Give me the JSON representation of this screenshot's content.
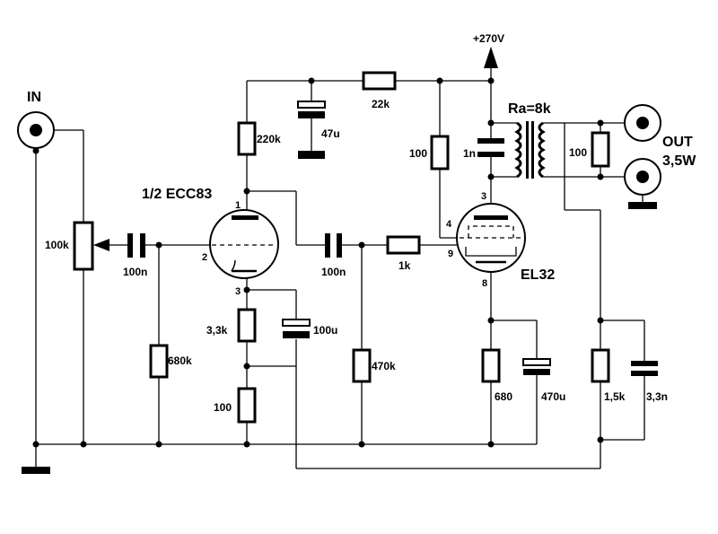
{
  "labels": {
    "in": "IN",
    "out": "OUT",
    "out_power": "3,5W",
    "supply": "+270V",
    "transformer": "Ra=8k",
    "triode": "1/2 ECC83",
    "pentode": "EL32"
  },
  "components": {
    "pot_in": "100k",
    "c_in": "100n",
    "r_grid1": "680k",
    "r_plate1": "220k",
    "r_cath1a": "3,3k",
    "r_cath1b": "100",
    "c_cath1": "100u",
    "c_filter": "47u",
    "r_supply": "22k",
    "c_coupling": "100n",
    "r_grid2": "470k",
    "r_gridstop": "1k",
    "r_screen": "100",
    "c_plate2": "1n",
    "r_out": "100",
    "r_cath2": "680",
    "c_cath2": "470u",
    "r_fb": "1,5k",
    "c_fb": "3,3n"
  },
  "pins": {
    "t1_plate": "1",
    "t1_grid": "2",
    "t1_cathode": "3",
    "p_anode": "3",
    "p_screen": "4",
    "p_grid": "9",
    "p_cathode": "8"
  }
}
